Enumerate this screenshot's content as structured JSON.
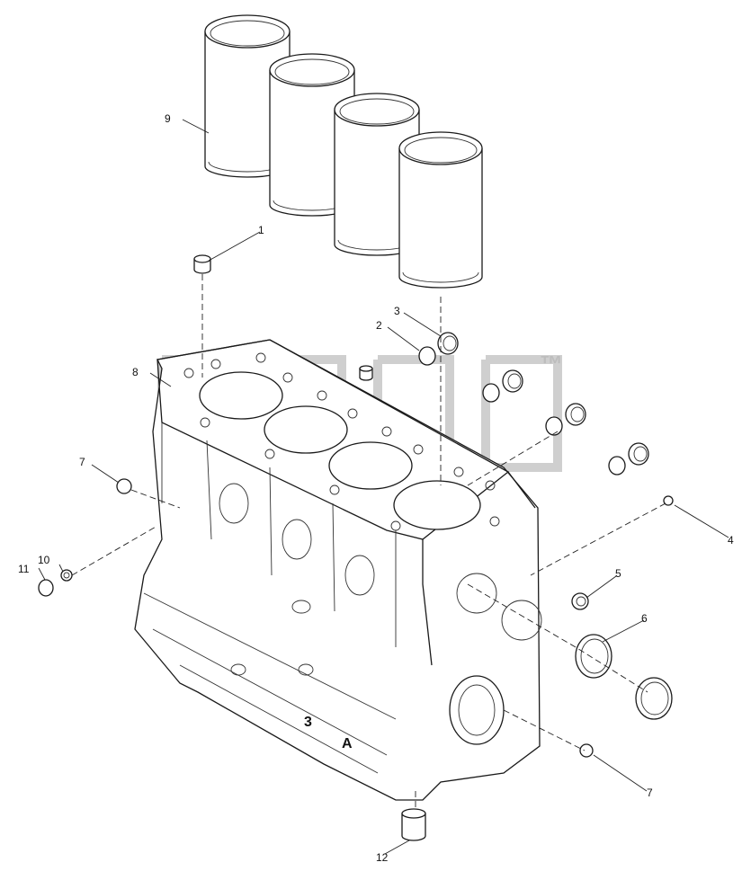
{
  "watermark": {
    "symbol": "™"
  },
  "block_marks": {
    "letter_a": "A",
    "digit_3": "3"
  },
  "callouts": [
    {
      "id": "c1",
      "label": "1"
    },
    {
      "id": "c2",
      "label": "2"
    },
    {
      "id": "c3",
      "label": "3"
    },
    {
      "id": "c4",
      "label": "4"
    },
    {
      "id": "c5",
      "label": "5"
    },
    {
      "id": "c6",
      "label": "6"
    },
    {
      "id": "c7a",
      "label": "7"
    },
    {
      "id": "c7b",
      "label": "7"
    },
    {
      "id": "c8",
      "label": "8"
    },
    {
      "id": "c9",
      "label": "9"
    },
    {
      "id": "c10",
      "label": "10"
    },
    {
      "id": "c11",
      "label": "11"
    },
    {
      "id": "c12",
      "label": "12"
    }
  ]
}
